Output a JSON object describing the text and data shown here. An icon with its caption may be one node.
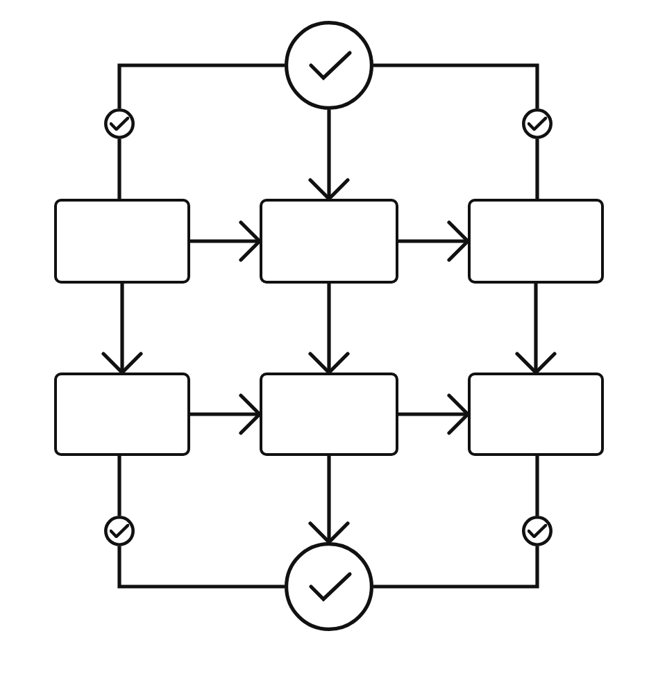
{
  "diagram": {
    "nodes": [
      {
        "text": [],
        "shape": "circle"
      },
      {
        "text": [],
        "shape": "circle"
      },
      {
        "text": [],
        "shape": "circle"
      },
      {
        "text": [],
        "shape": "box"
      },
      {
        "text": [],
        "shape": "box"
      },
      {
        "text": [],
        "shape": "box"
      },
      {
        "text": [],
        "shape": "box"
      },
      {
        "text": [],
        "shape": "box"
      },
      {
        "text": [],
        "shape": "box"
      },
      {
        "text": [],
        "shape": "circle"
      },
      {
        "text": [],
        "shape": "circle"
      },
      {
        "text": [],
        "shape": "circle"
      }
    ],
    "edges": [
      {
        "from": 0,
        "to": 1,
        "arrow": "none"
      },
      {
        "from": 0,
        "to": 2,
        "arrow": "none"
      },
      {
        "from": 0,
        "to": 4,
        "arrow": "to"
      },
      {
        "from": 1,
        "to": 3,
        "arrow": "none"
      },
      {
        "from": 2,
        "to": 5,
        "arrow": "none"
      },
      {
        "from": 3,
        "to": 4,
        "arrow": "to"
      },
      {
        "from": 4,
        "to": 5,
        "arrow": "to"
      },
      {
        "from": 3,
        "to": 6,
        "arrow": "to"
      },
      {
        "from": 4,
        "to": 7,
        "arrow": "to"
      },
      {
        "from": 5,
        "to": 8,
        "arrow": "to"
      },
      {
        "from": 6,
        "to": 7,
        "arrow": "to"
      },
      {
        "from": 7,
        "to": 8,
        "arrow": "to"
      },
      {
        "from": 6,
        "to": 9,
        "arrow": "none"
      },
      {
        "from": 8,
        "to": 10,
        "arrow": "none"
      },
      {
        "from": 7,
        "to": 11,
        "arrow": "to"
      },
      {
        "from": 9,
        "to": 11,
        "arrow": "none"
      },
      {
        "from": 10,
        "to": 11,
        "arrow": "none"
      }
    ]
  }
}
